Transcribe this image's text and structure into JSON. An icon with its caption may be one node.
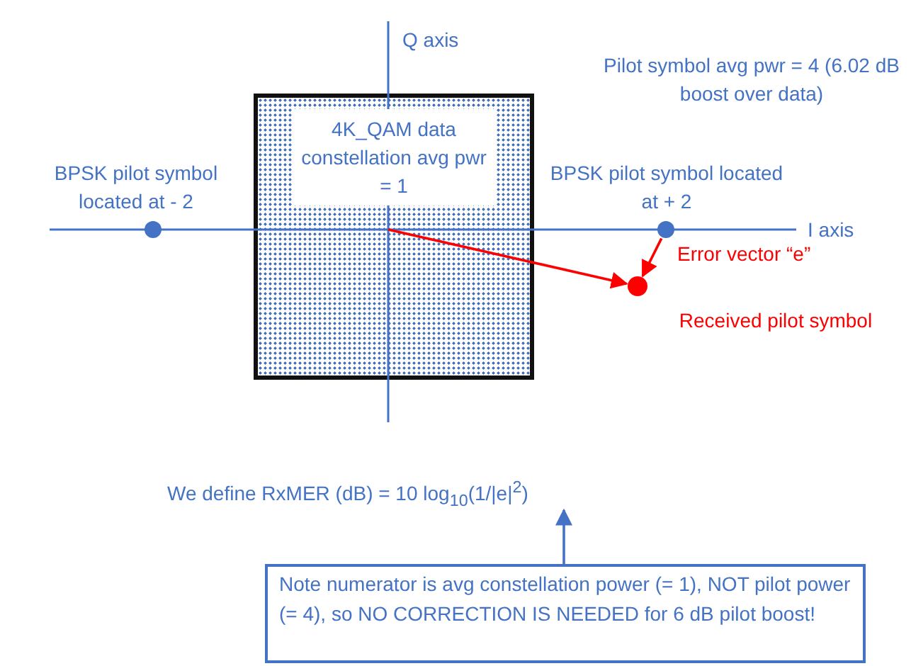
{
  "diagram": {
    "nodes": [
      {
        "text": [
          "4K_QAM data constellation avg pwr = 1"
        ]
      },
      {
        "text": [],
        "shape": "circle",
        "beside": [
          "BPSK pilot symbol located at - 2"
        ]
      },
      {
        "text": [],
        "shape": "circle",
        "beside": [
          "BPSK pilot symbol located at + 2"
        ]
      },
      {
        "text": [],
        "shape": "circle",
        "beside": [
          "Received pilot symbol"
        ]
      },
      {
        "text": [
          "We define RxMER (dB) = 10 log$_{10}$(1/|e|$^{2}$)"
        ]
      },
      {
        "text": [
          "Note numerator is avg constellation power (= 1), NOT pilot power (= 4), so NO CORRECTION IS NEEDED for 6 dB pilot boost!"
        ]
      }
    ],
    "edges": [
      {
        "from": 2,
        "to": 3,
        "arrow": "to",
        "label": "Error vector “e”",
        "color": "#ff0000"
      },
      {
        "from": 0,
        "to": 3,
        "arrow": "to",
        "color": "#ff0000"
      },
      {
        "from": 5,
        "to": 4,
        "arrow": "to",
        "color": "#4472c4"
      }
    ],
    "labels": [
      "Q axis",
      "I axis",
      "Pilot symbol avg pwr = 4 (6.02 dB boost over data)"
    ]
  }
}
